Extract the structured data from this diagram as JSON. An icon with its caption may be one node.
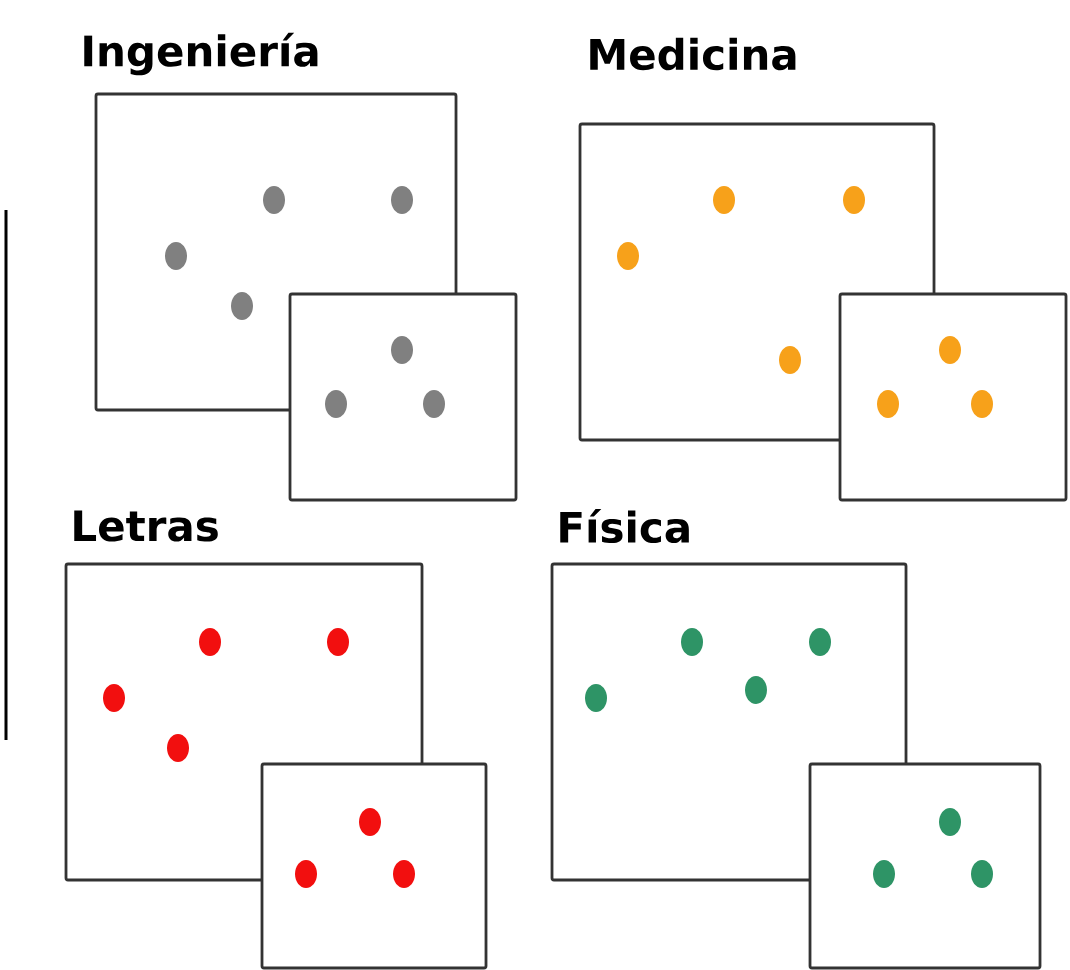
{
  "diagram": {
    "nodes": [
      {
        "text": [
          "Ingeniería"
        ]
      },
      {
        "text": [],
        "shape": "box"
      },
      {
        "text": [
          "Medicina"
        ]
      },
      {
        "text": [],
        "shape": "box"
      },
      {
        "text": [
          "Letras"
        ]
      },
      {
        "text": [],
        "shape": "box"
      },
      {
        "text": [
          "Física"
        ]
      },
      {
        "text": [],
        "shape": "box"
      }
    ]
  }
}
